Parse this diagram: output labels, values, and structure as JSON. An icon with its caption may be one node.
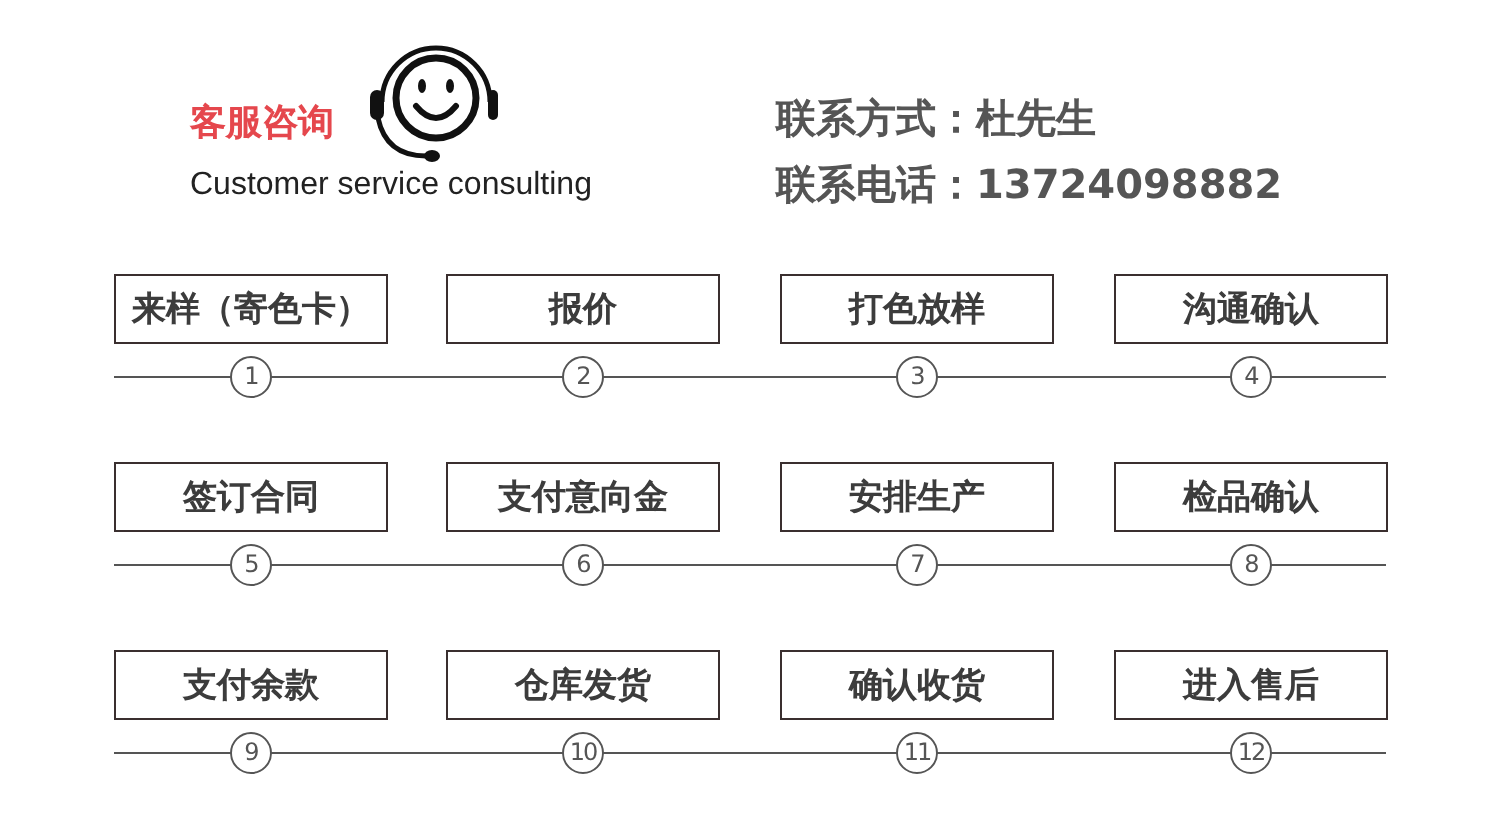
{
  "diagram": {
    "nodes": [
      {
        "text": [
          "来样（寄色卡）"
        ],
        "beside": [
          "1"
        ]
      },
      {
        "text": [
          "报价"
        ],
        "beside": [
          "2"
        ]
      },
      {
        "text": [
          "打色放样"
        ],
        "beside": [
          "3"
        ]
      },
      {
        "text": [
          "沟通确认"
        ],
        "beside": [
          "4"
        ]
      },
      {
        "text": [
          "签订合同"
        ],
        "beside": [
          "5"
        ]
      },
      {
        "text": [
          "支付意向金"
        ],
        "beside": [
          "6"
        ]
      },
      {
        "text": [
          "安排生产"
        ],
        "beside": [
          "7"
        ]
      },
      {
        "text": [
          "检品确认"
        ],
        "beside": [
          "8"
        ]
      },
      {
        "text": [
          "支付余款"
        ],
        "beside": [
          "9"
        ]
      },
      {
        "text": [
          "仓库发货"
        ],
        "beside": [
          "10"
        ]
      },
      {
        "text": [
          "确认收货"
        ],
        "beside": [
          "11"
        ]
      },
      {
        "text": [
          "进入售后"
        ],
        "beside": [
          "12"
        ]
      }
    ],
    "labels": [
      "客服咨询",
      "Customer service consulting",
      "联系方式：杜先生",
      "联系电话：13724098882"
    ]
  }
}
